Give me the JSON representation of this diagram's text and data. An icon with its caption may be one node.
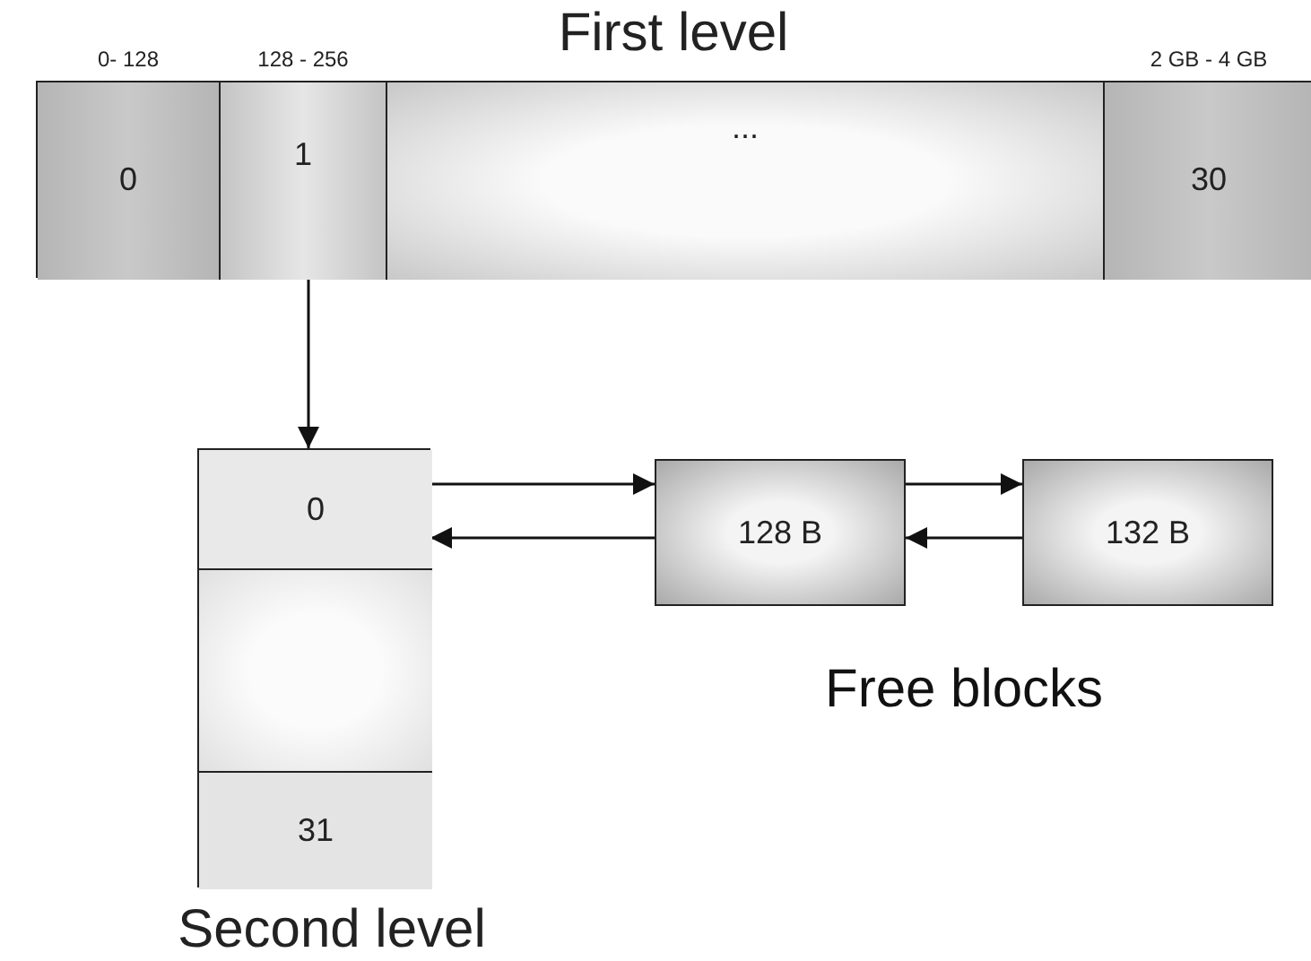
{
  "diagram": {
    "nodes": [
      {
        "text": [
          "First level"
        ]
      },
      {
        "text": [
          "0"
        ],
        "beside": [
          "0- 128"
        ],
        "in": 0
      },
      {
        "text": [
          "1"
        ],
        "beside": [
          "128 - 256"
        ],
        "in": 0
      },
      {
        "text": [
          "..."
        ],
        "in": 0
      },
      {
        "text": [
          "30"
        ],
        "beside": [
          "2 GB - 4 GB"
        ],
        "in": 0
      },
      {
        "text": [
          "Second level"
        ]
      },
      {
        "text": [
          "0"
        ],
        "in": 5
      },
      {
        "text": [],
        "shape": "box",
        "in": 5
      },
      {
        "text": [
          "31"
        ],
        "in": 5
      },
      {
        "text": [
          "128 B"
        ]
      },
      {
        "text": [
          "132 B"
        ]
      }
    ],
    "edges": [
      {
        "from": 2,
        "to": 6,
        "arrow": "to"
      },
      {
        "from": 6,
        "to": 9,
        "arrow": "to"
      },
      {
        "from": 9,
        "to": 6,
        "arrow": "to"
      },
      {
        "from": 9,
        "to": 10,
        "arrow": "to"
      },
      {
        "from": 10,
        "to": 9,
        "arrow": "to"
      }
    ],
    "labels": [
      "Free blocks"
    ]
  }
}
